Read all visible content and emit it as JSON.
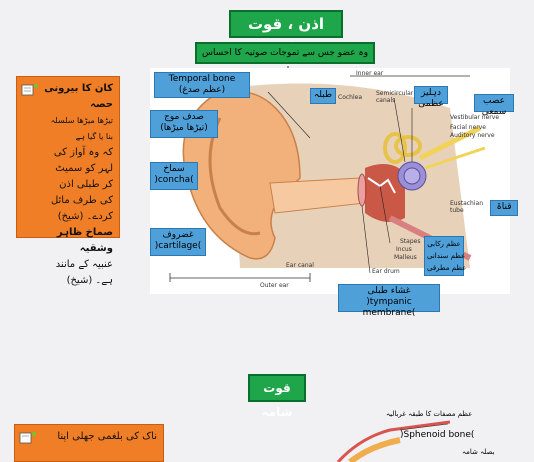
{
  "header": {
    "title": "اذن ، قوت سامعہ",
    "subtitle": "وہ عضو جس سے تموجات صوتیہ کا احساس ہوتا ہے۔"
  },
  "left_note": {
    "lines": [
      "کان کا بیرونی حصہ",
      "تیڑھا میڑھا سلسلہ بنا یا گیا ہے",
      "کہ وہ آواز کی لہر کو سمیٹ",
      "کر طبلی اذن کی طرف مائل",
      "کردے۔ (شیخ)",
      "صماخ ظاہر وشقیہ",
      "عنبیہ کے مانند ہے۔ (شیخ)"
    ]
  },
  "labels": {
    "temporal_bone": "Temporal bone",
    "temporal_bone_ur": "(عظم صدغ)",
    "sadaf_mooj": "صدف موج",
    "sadaf_mooj_2": "(تیڑھا میڑھا)",
    "samakh": "سماخ",
    "concha": ")concha(",
    "ghazroof": "غضروف",
    "cartilage": ")cartilage(",
    "tablah": "طبلہ",
    "dehleez": "دہلیز عظمی",
    "asab_sami": "عصب سمعی",
    "qanat": "قناۃ",
    "mutraqa": "عظم رکابی\nعظم سندانی\nعظم مطرقی",
    "tympanic_ur": "غشاء طبلی",
    "tympanic_en": ")tympanic membrane("
  },
  "diagram_labels": {
    "inner_ear": "Inner ear",
    "cochlea": "Cochlea",
    "semicircular": "Semicircular\ncanals",
    "vestibular": "Vestibular nerve",
    "facial": "Facial nerve",
    "auditory": "Auditory nerve",
    "eustachian": "Eustachian\ntube",
    "stapes": "Stapes",
    "incus": "Incus",
    "malleus": "Malleus",
    "ear_drum": "Ear drum",
    "ear_canal": "Ear canal",
    "outer_ear": "Outer ear"
  },
  "section2": {
    "title": "قوت شامہ",
    "note": "ناک کی بلغمی جھلی اپنا",
    "sphenoid_ur": "عظم مصفات کا طبقہ غربالیہ",
    "sphenoid_en": ")Sphenoid bone(",
    "baslah": "بصلہ شامہ"
  }
}
